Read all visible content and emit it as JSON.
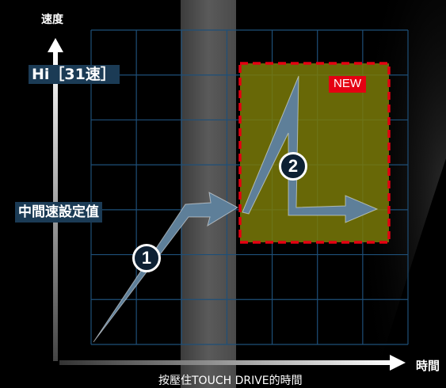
{
  "y_axis_label": "速度",
  "x_axis_label": "時間",
  "x_caption": "按壓住TOUCH DRIVE的時間",
  "hi_label": "Hi［31速］",
  "mid_label": "中間速設定值",
  "new_badge": "NEW",
  "step_1": "1",
  "step_2": "2",
  "colors": {
    "grid": "#1e4f78",
    "arrow": "#5e7f99",
    "label_bg": "#1b3b55",
    "highlight_fill": "#7a7a08",
    "highlight_border": "#e50012"
  }
}
